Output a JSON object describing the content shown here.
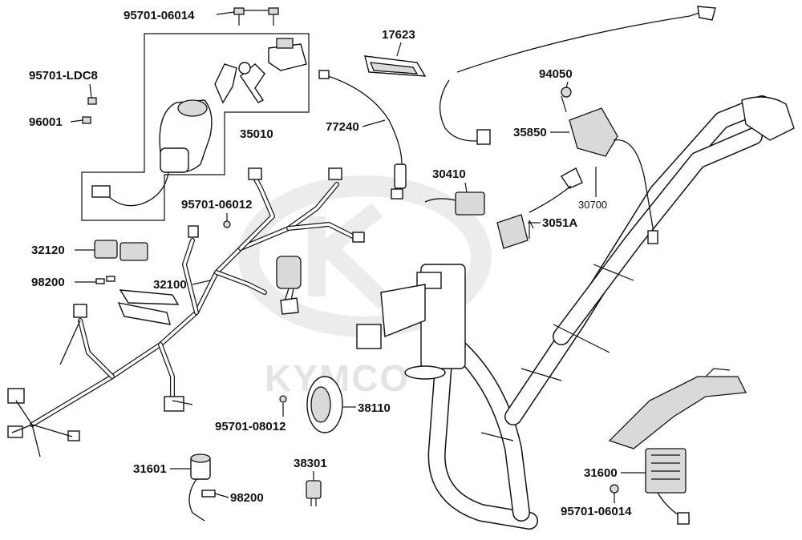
{
  "watermark": {
    "brand": "KYMCO"
  },
  "callouts": {
    "c1": "95701-06014",
    "c2": "17623",
    "c3": "95701-LDC8",
    "c4": "96001",
    "c5": "35010",
    "c6": "77240",
    "c7": "94050",
    "c8": "35850",
    "c9": "30410",
    "c10": "30700",
    "c11": "3051A",
    "c12": "95701-06012",
    "c13": "32120",
    "c14": "32100",
    "c15": "98200",
    "c16": "38110",
    "c17": "95701-08012",
    "c18": "31601",
    "c19": "38301",
    "c20": "98200",
    "c21": "31600",
    "c22": "95701-06014"
  },
  "colors": {
    "line": "#111111",
    "watermark": "#e4e4e4",
    "part_fill": "#d9d9d9",
    "background": "#ffffff"
  }
}
